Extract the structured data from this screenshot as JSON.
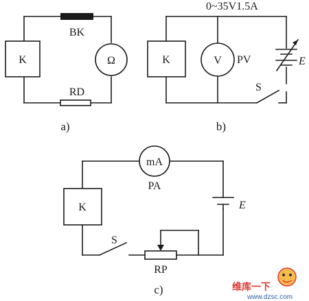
{
  "circuit_a": {
    "caption": "a)",
    "labels": {
      "box": "K",
      "top_resistor": "BK",
      "bottom_resistor": "RD",
      "meter": "Ω"
    }
  },
  "circuit_b": {
    "caption": "b)",
    "labels": {
      "box": "K",
      "meter": "V",
      "meter_label": "PV",
      "source": "E",
      "switch": "S",
      "spec": "0~35V1.5A"
    }
  },
  "circuit_c": {
    "caption": "c)",
    "labels": {
      "box": "K",
      "meter": "mA",
      "meter_label": "PA",
      "source": "E",
      "switch": "S",
      "rheostat": "RP"
    }
  },
  "watermark": {
    "chinese": "维库一下",
    "url": "www.dzsc.com"
  }
}
